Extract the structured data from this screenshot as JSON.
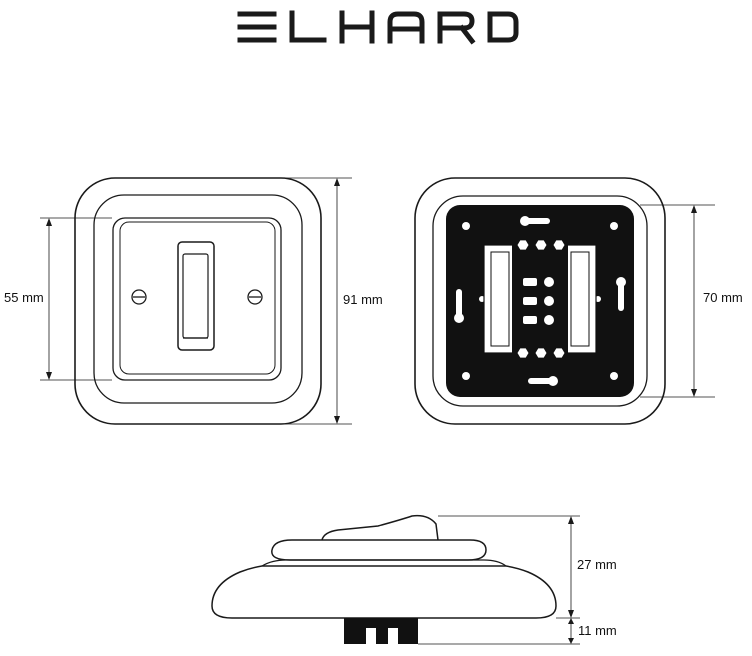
{
  "brand": {
    "logo_text": "ELHARD"
  },
  "dimensions": {
    "inner_plate": "55 mm",
    "outer_frame": "91 mm",
    "mounting_plate": "70 mm",
    "switch_height": "27 mm",
    "base_depth": "11 mm"
  },
  "colors": {
    "line": "#1a1a1a",
    "fill": "#ffffff",
    "mechanism": "#111111"
  }
}
